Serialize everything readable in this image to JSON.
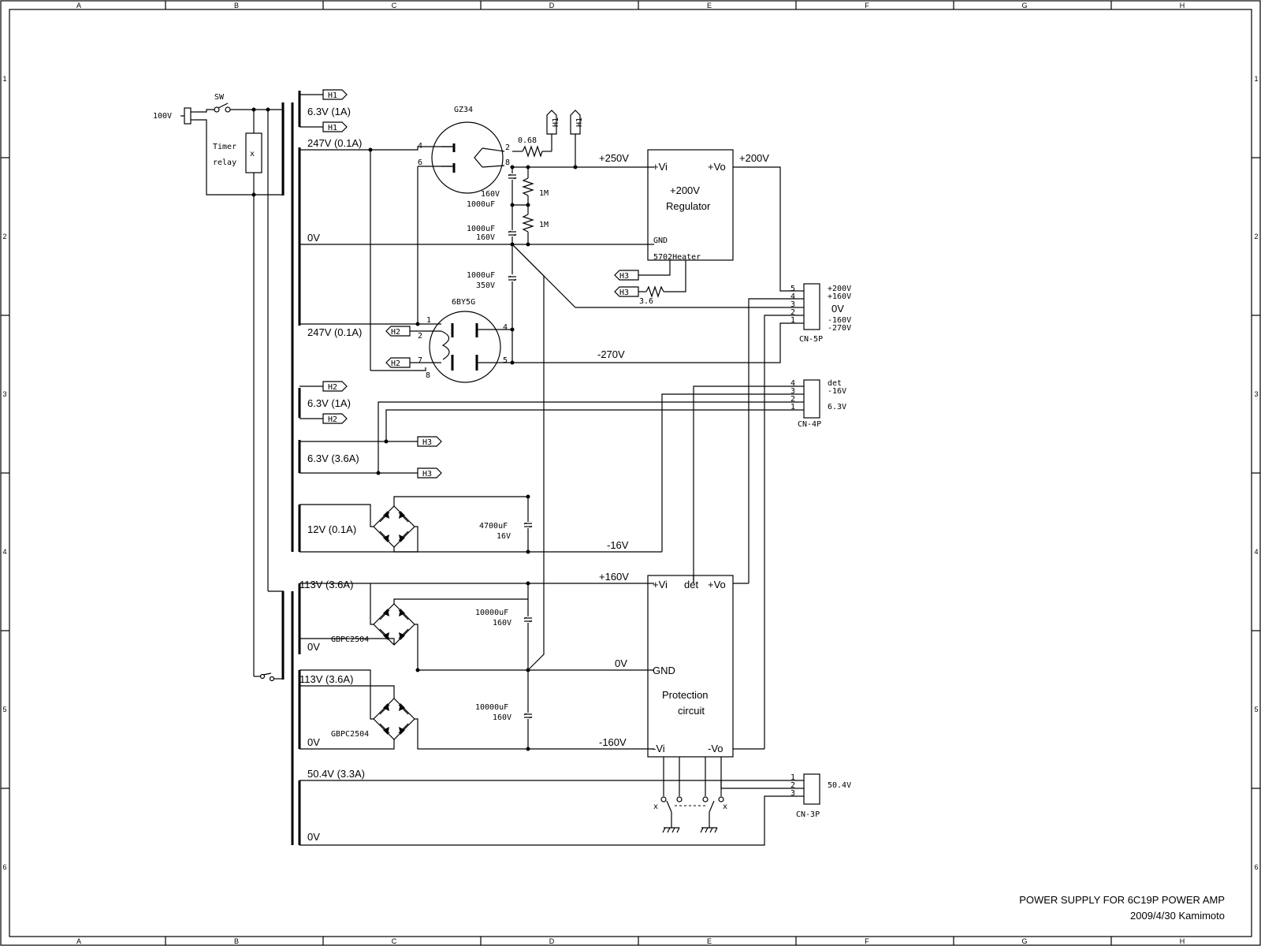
{
  "frame": {
    "columns": [
      "A",
      "B",
      "C",
      "D",
      "E",
      "F",
      "G",
      "H"
    ],
    "rows": [
      "1",
      "2",
      "3",
      "4",
      "5",
      "6"
    ]
  },
  "title_block": {
    "title": "POWER SUPPLY FOR 6C19P POWER AMP",
    "date_author": "2009/4/30  Kamimoto"
  },
  "mains": {
    "input": "100V",
    "switch": "SW",
    "timer_relay_1": "Timer",
    "timer_relay_2": "relay",
    "relay_x": "x"
  },
  "transformer1": {
    "w1": "6.3V (1A)",
    "w2": "247V (0.1A)",
    "w3": "0V",
    "w4": "247V (0.1A)",
    "w5": "6.3V (1A)",
    "w6": "6.3V (3.6A)",
    "w7": "12V (0.1A)"
  },
  "transformer2": {
    "w1": "113V (3.6A)",
    "w2": "0V",
    "w3": "113V (3.6A)",
    "w4": "0V",
    "w5": "50.4V (3.3A)",
    "w6": "0V"
  },
  "tubes": {
    "gz34": "GZ34",
    "gz34_pins": [
      "4",
      "6",
      "2",
      "8"
    ],
    "b6y5g": "6BY5G",
    "b6y5g_pins": [
      "1",
      "2",
      "7",
      "8",
      "4",
      "5"
    ]
  },
  "components": {
    "r_068": "0.68",
    "r_1m_a": "1M",
    "r_1m_b": "1M",
    "r_36": "3.6",
    "c1_v": "160V",
    "c1_uf": "1000uF",
    "c2_uf": "1000uF",
    "c2_v": "160V",
    "c3_uf": "1000uF",
    "c3_v": "350V",
    "c4_uf": "4700uF",
    "c4_v": "16V",
    "c5_uf": "10000uF",
    "c5_v": "160V",
    "c6_uf": "10000uF",
    "c6_v": "160V",
    "bridge1": "GBPC2504",
    "bridge2": "GBPC2504"
  },
  "tags": {
    "h1": "H1",
    "h2": "H2",
    "h3": "H3"
  },
  "rails": {
    "p250": "+250V",
    "p200": "+200V",
    "m270": "-270V",
    "m16": "-16V",
    "p160": "+160V",
    "zero": "0V",
    "m160": "-160V"
  },
  "regulator": {
    "vi": "+Vi",
    "vo": "+Vo",
    "name1": "+200V",
    "name2": "Regulator",
    "gnd": "GND",
    "heater": "5702Heater"
  },
  "protection": {
    "vi": "+Vi",
    "det": "det",
    "vo": "+Vo",
    "gnd": "GND",
    "name1": "Protection",
    "name2": "circuit",
    "mvi": "-Vi",
    "mvo": "-Vo",
    "x_left": "x",
    "x_right": "x"
  },
  "connectors": {
    "cn5": {
      "name": "CN-5P",
      "pins": [
        "5",
        "4",
        "3",
        "2",
        "1"
      ],
      "labels": [
        "+200V",
        "+160V",
        "0V",
        "-160V",
        "-270V"
      ]
    },
    "cn4": {
      "name": "CN-4P",
      "pins": [
        "4",
        "3",
        "2",
        "1"
      ],
      "labels": [
        "det",
        "-16V",
        "6.3V"
      ]
    },
    "cn3": {
      "name": "CN-3P",
      "pins": [
        "1",
        "2",
        "3"
      ],
      "labels": [
        "50.4V"
      ]
    }
  }
}
